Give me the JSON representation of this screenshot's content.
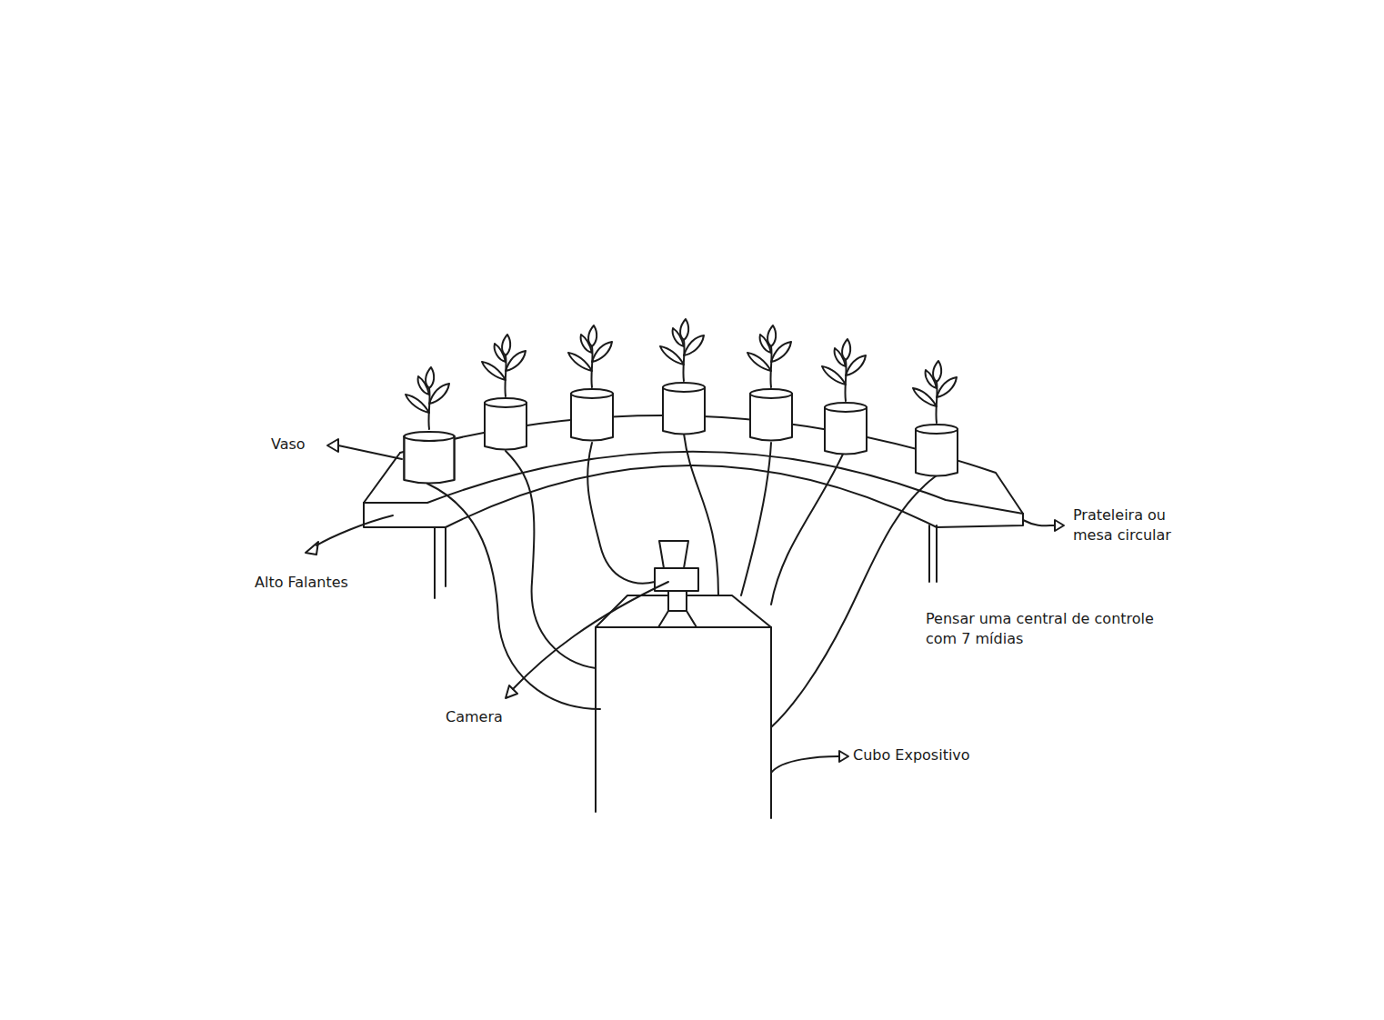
{
  "diagram": {
    "labels": [
      "Vaso",
      "Alto Falantes",
      "Prateleira ou mesa circular",
      "Pensar uma central de controle com 7 mídias",
      "Camera",
      "Cubo Expositivo"
    ]
  }
}
